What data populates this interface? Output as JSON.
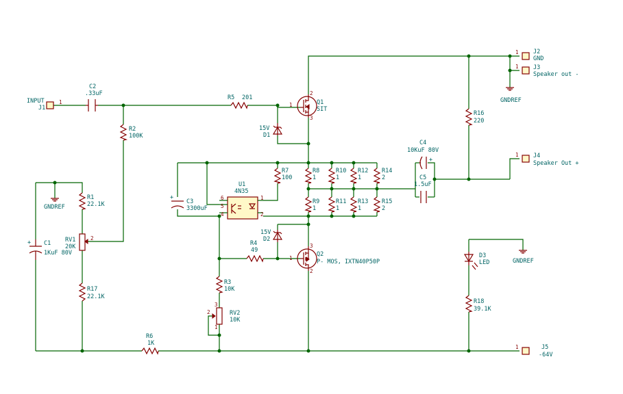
{
  "connectors": {
    "j1": {
      "ref": "J1",
      "value": "INPUT",
      "pin": "1"
    },
    "j2": {
      "ref": "J2",
      "value": "GND",
      "pin": "1"
    },
    "j3": {
      "ref": "J3",
      "value": "Speaker out -",
      "pin": "1"
    },
    "j4": {
      "ref": "J4",
      "value": "Speaker Out +",
      "pin": "1"
    },
    "j5": {
      "ref": "J5",
      "value": "-64V",
      "pin": "1"
    }
  },
  "capacitors": {
    "c1": {
      "ref": "C1",
      "value": "1KuF 80V"
    },
    "c2": {
      "ref": "C2",
      "value": ".33uF"
    },
    "c3": {
      "ref": "C3",
      "value": "3300uF"
    },
    "c4": {
      "ref": "C4",
      "value": "10KuF 80V"
    },
    "c5": {
      "ref": "C5",
      "value": "1.5uF"
    }
  },
  "resistors": {
    "r1": {
      "ref": "R1",
      "value": "22.1K"
    },
    "r2": {
      "ref": "R2",
      "value": "100K"
    },
    "r3": {
      "ref": "R3",
      "value": "10K"
    },
    "r4": {
      "ref": "R4",
      "value": "49"
    },
    "r5": {
      "ref": "R5",
      "value": "201"
    },
    "r6": {
      "ref": "R6",
      "value": "1K"
    },
    "r7": {
      "ref": "R7",
      "value": "100"
    },
    "r8": {
      "ref": "R8",
      "value": "1"
    },
    "r9": {
      "ref": "R9",
      "value": "1"
    },
    "r10": {
      "ref": "R10",
      "value": "1"
    },
    "r11": {
      "ref": "R11",
      "value": "1"
    },
    "r12": {
      "ref": "R12",
      "value": "1"
    },
    "r13": {
      "ref": "R13",
      "value": "1"
    },
    "r14": {
      "ref": "R14",
      "value": "2"
    },
    "r15": {
      "ref": "R15",
      "value": "2"
    },
    "r16": {
      "ref": "R16",
      "value": "220"
    },
    "r17": {
      "ref": "R17",
      "value": "22.1K"
    },
    "r18": {
      "ref": "R18",
      "value": "39.1K"
    }
  },
  "pots": {
    "rv1": {
      "ref": "RV1",
      "value": "20K",
      "pin": "2"
    },
    "rv2": {
      "ref": "RV2",
      "value": "10K",
      "pin_top": "3",
      "pin_mid": "2",
      "pin_bot": "1"
    }
  },
  "diodes": {
    "d1": {
      "ref": "D1",
      "value": "15V"
    },
    "d2": {
      "ref": "D2",
      "value": "15V"
    },
    "d3": {
      "ref": "D3",
      "value": "LED"
    }
  },
  "transistors": {
    "q1": {
      "ref": "Q1",
      "value": "SIT",
      "pin_d": "2",
      "pin_g": "1",
      "pin_s": "3"
    },
    "q2": {
      "ref": "Q2",
      "value": "P- MOS, IXTN40P50P",
      "pin_d": "2",
      "pin_g": "1",
      "pin_s": "3"
    }
  },
  "ics": {
    "u1": {
      "ref": "U1",
      "value": "4N35",
      "pins": [
        "6",
        "5",
        "4",
        "1",
        "2"
      ]
    }
  },
  "grounds": {
    "g1": {
      "label": "GNDREF"
    },
    "g2": {
      "label": "GNDREF"
    },
    "g3": {
      "label": "GNDREF"
    }
  },
  "colors": {
    "wire": "#006400",
    "component": "#840000",
    "text": "#006464",
    "ic_fill": "#fff8c8"
  }
}
